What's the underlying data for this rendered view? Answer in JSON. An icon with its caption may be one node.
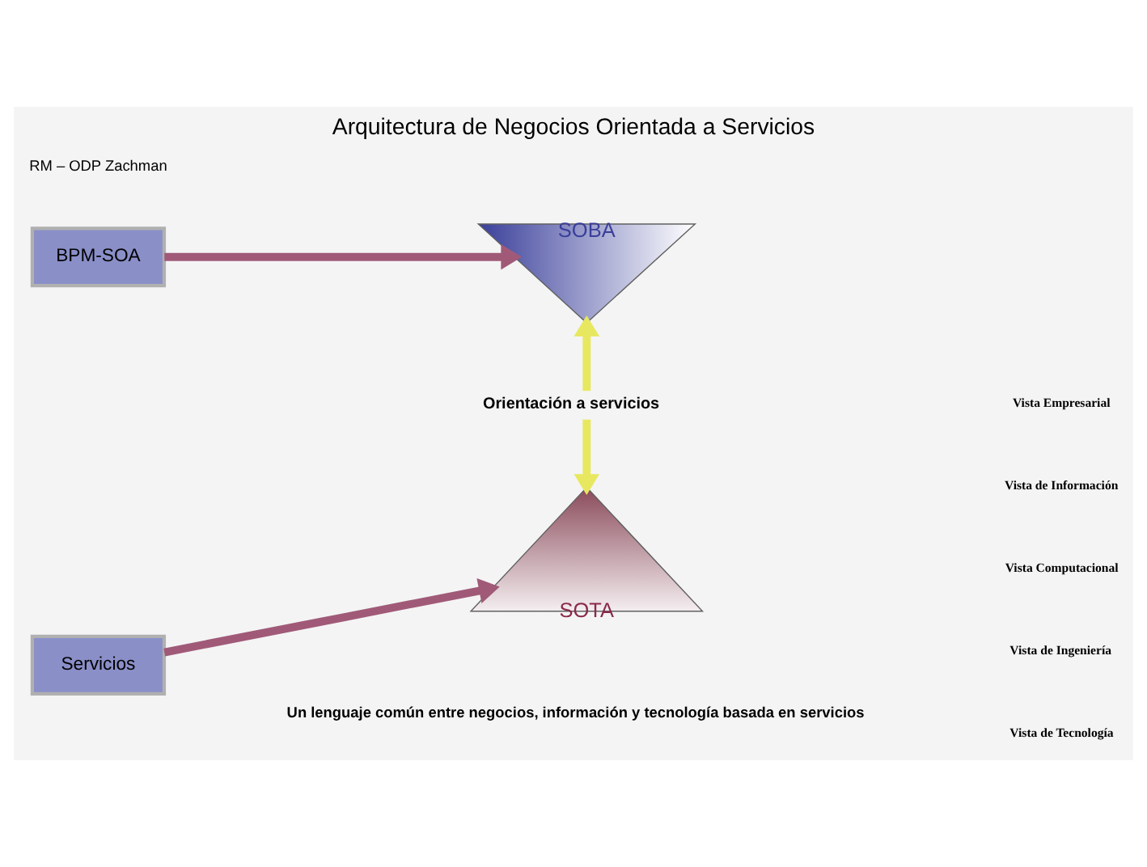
{
  "diagram": {
    "title": "Arquitectura de Negocios Orientada a Servicios",
    "nodes": [
      {
        "text": [
          "BPM-SOA"
        ]
      },
      {
        "text": [
          "Servicios"
        ]
      },
      {
        "text": [
          "SOBA"
        ]
      },
      {
        "text": [
          "SOTA"
        ]
      }
    ],
    "edges": [
      {
        "from": 0,
        "to": 2,
        "arrow": "to"
      },
      {
        "from": 1,
        "to": 3,
        "arrow": "to"
      },
      {
        "from": 2,
        "to": 3,
        "arrow": "both",
        "label": "Orientación a servicios",
        "color": "#e8e860"
      }
    ],
    "labels": [
      "RM – ODP Zachman",
      "Vista Empresarial",
      "Vista de Información",
      "Vista Computacional",
      "Vista de Ingeniería",
      "Vista de Tecnología",
      "Un lenguaje común entre negocios, información y tecnología basada en servicios"
    ]
  }
}
